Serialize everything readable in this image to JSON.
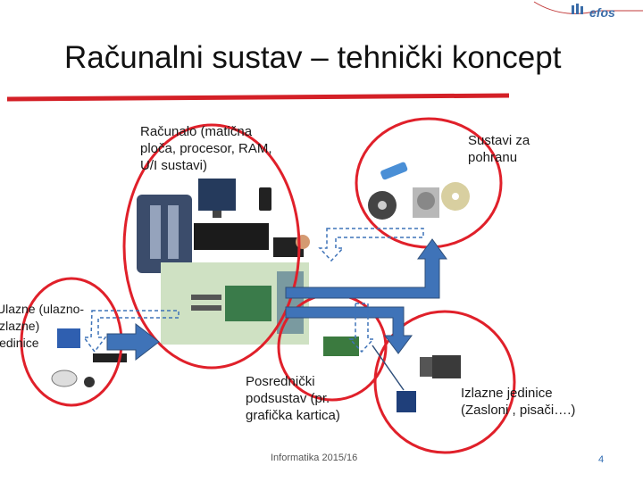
{
  "slide": {
    "title": "Računalni sustav – tehnički koncept",
    "footer": "Informatika 2015/16",
    "page_number": "4",
    "logo_text": "efos"
  },
  "labels": {
    "computer": [
      "Računalo (matična",
      "ploča, procesor, RAM,",
      "U/I sustavi)"
    ],
    "storage": [
      "Sustavi za",
      "pohranu"
    ],
    "io": [
      "Ulazne (ulazno-",
      "izlazne)",
      "jedinice"
    ],
    "intermediary": [
      "Posrednički",
      "podsustav (pr.",
      "grafička kartica)"
    ],
    "output": [
      "Izlazne jedinice",
      "(Zasloni , pisači….)"
    ]
  },
  "colors": {
    "accent_red": "#d42027",
    "circle_red": "#e0202a",
    "arrow_blue": "#3f73b8",
    "arrow_dark": "#2f4f7a"
  }
}
